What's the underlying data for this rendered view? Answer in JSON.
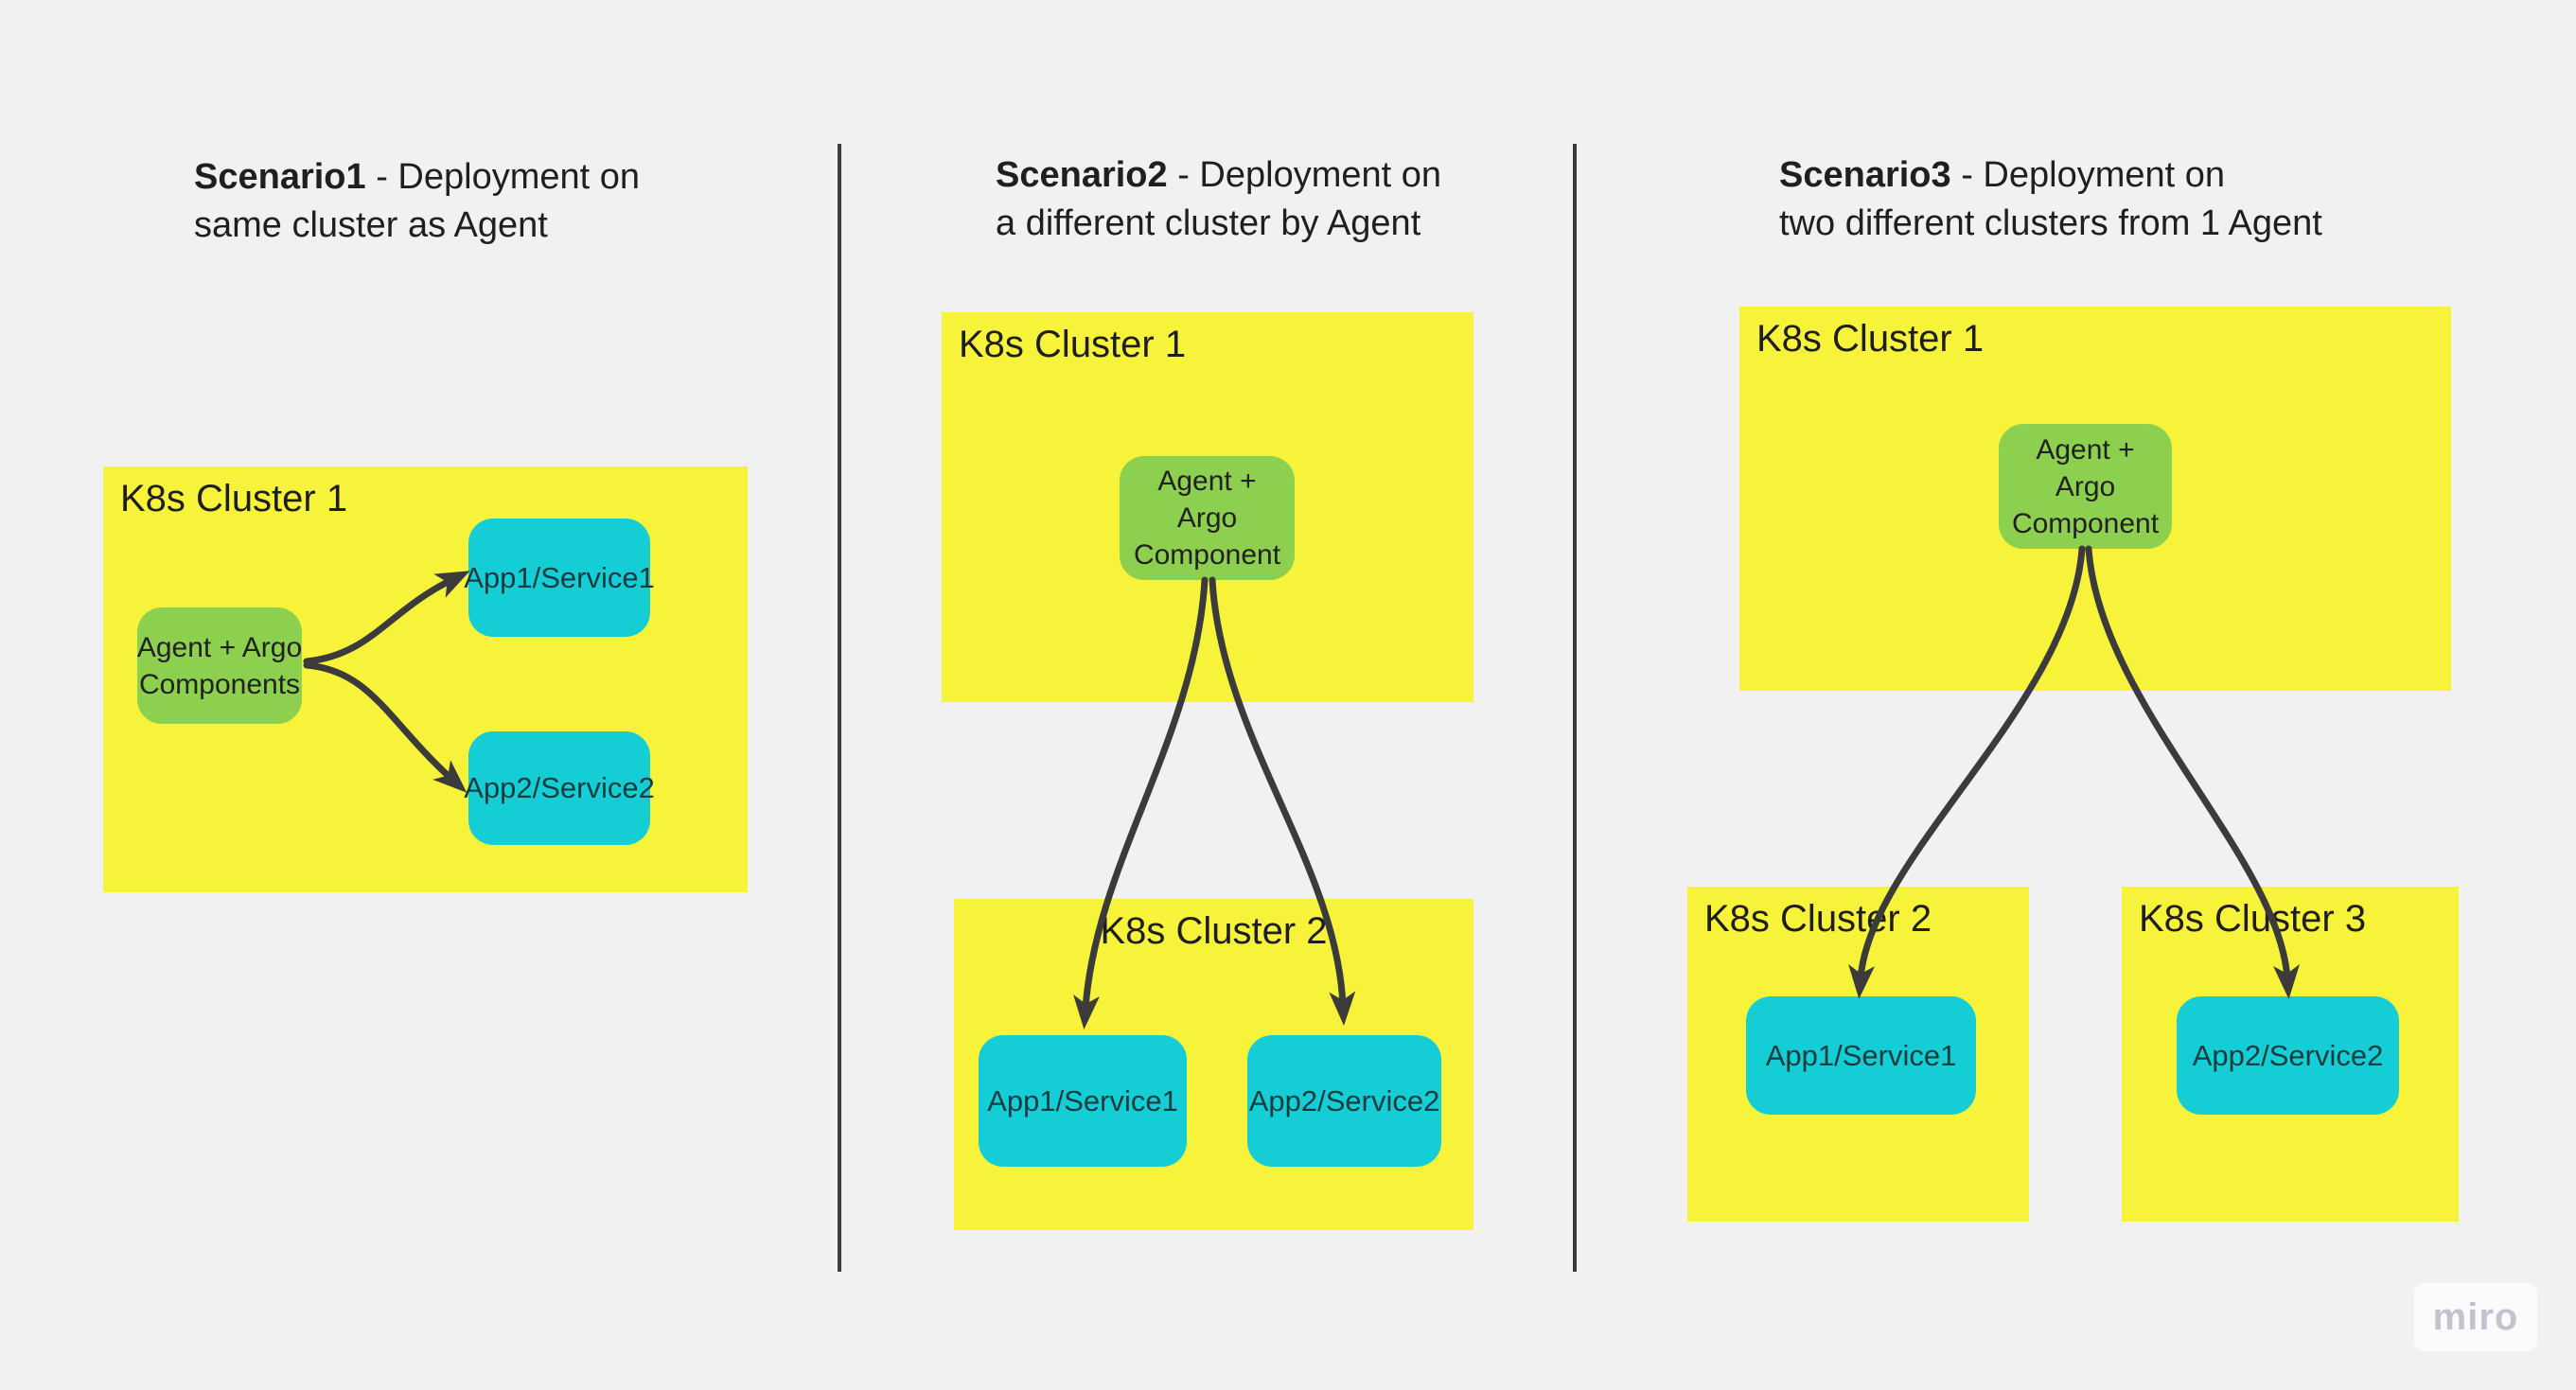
{
  "titles": {
    "s1": {
      "bold": "Scenario1",
      "rest": " - Deployment on",
      "line2": "same cluster as Agent"
    },
    "s2": {
      "bold": "Scenario2",
      "rest": " - Deployment on",
      "line2": "a different cluster by Agent"
    },
    "s3": {
      "bold": "Scenario3",
      "rest": " - Deployment on",
      "line2": "two different clusters from 1 Agent"
    }
  },
  "clusters": {
    "s1c1": "K8s Cluster 1",
    "s2c1": "K8s Cluster 1",
    "s2c2": "K8s Cluster 2",
    "s3c1": "K8s Cluster 1",
    "s3c2": "K8s Cluster 2",
    "s3c3": "K8s Cluster 3"
  },
  "nodes": {
    "s1agent_line1": "Agent + Argo",
    "s1agent_line2": "Components",
    "s2agent_line1": "Agent +",
    "s2agent_line2": "Argo",
    "s2agent_line3": "Component",
    "s3agent_line1": "Agent +",
    "s3agent_line2": "Argo",
    "s3agent_line3": "Component",
    "s1app1": "App1/Service1",
    "s1app2": "App2/Service2",
    "s2app1": "App1/Service1",
    "s2app2": "App2/Service2",
    "s3app1": "App1/Service1",
    "s3app2": "App2/Service2"
  },
  "watermark": {
    "label": "miro"
  },
  "colors": {
    "background": "#f1f1f2",
    "yellow": "#f7f33b",
    "green": "#8dd04f",
    "cyan": "#15cdd4",
    "arrow": "#3b3b3b",
    "divider": "#3c3c3c",
    "title_text": "#1f1f1f",
    "node_text": "#212121",
    "watermark_bg": "#fbfbfc",
    "watermark_text": "#c2c3cd"
  }
}
